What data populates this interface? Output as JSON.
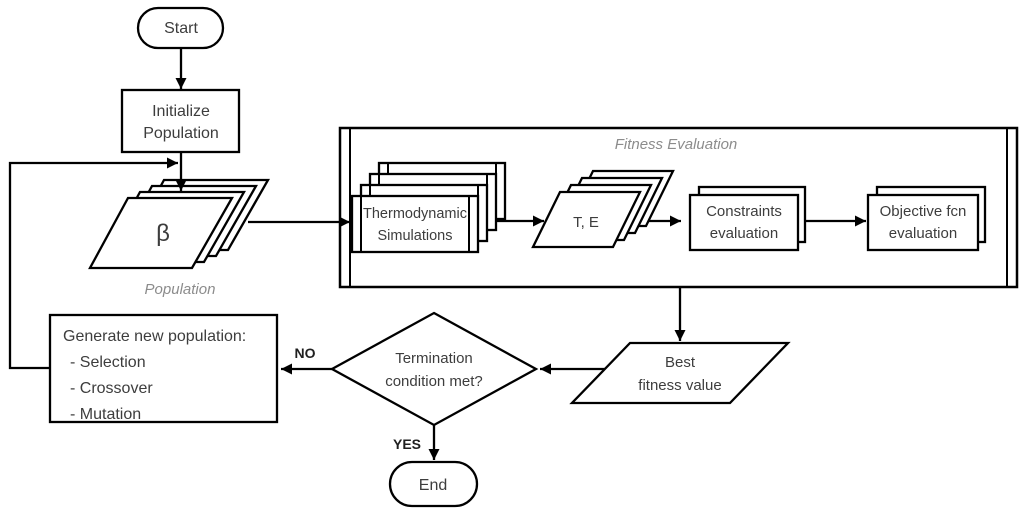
{
  "flowchart": {
    "nodes": {
      "start": {
        "label": "Start"
      },
      "initialize_population": {
        "line1": "Initialize",
        "line2": "Population"
      },
      "population": {
        "symbol": "β",
        "caption": "Population"
      },
      "fitness_evaluation": {
        "label": "Fitness Evaluation"
      },
      "thermodynamic_simulations": {
        "line1": "Thermodynamic",
        "line2": "Simulations"
      },
      "t_e": {
        "label": "T, E"
      },
      "constraints_evaluation": {
        "line1": "Constraints",
        "line2": "evaluation"
      },
      "objective_fcn_evaluation": {
        "line1": "Objective fcn",
        "line2": "evaluation"
      },
      "best_fitness_value": {
        "line1": "Best",
        "line2": "fitness value"
      },
      "termination_condition": {
        "line1": "Termination",
        "line2": "condition met?"
      },
      "generate_new_population": {
        "line1": "Generate new population:",
        "line2": "- Selection",
        "line3": "- Crossover",
        "line4": "- Mutation"
      },
      "end": {
        "label": "End"
      }
    },
    "edge_labels": {
      "no": "NO",
      "yes": "YES"
    },
    "colors": {
      "stroke": "#000000",
      "node_text": "#3d3d3d",
      "muted_label": "#8c8c8c",
      "background": "#ffffff"
    }
  }
}
